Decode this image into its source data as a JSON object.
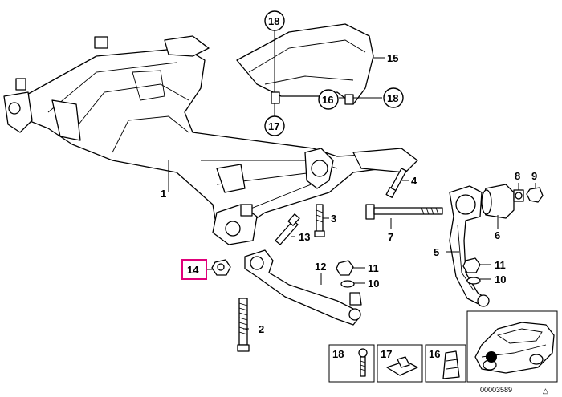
{
  "diagram": {
    "callouts": [
      {
        "id": "c1",
        "text": "1"
      },
      {
        "id": "c2",
        "text": "2"
      },
      {
        "id": "c3",
        "text": "3"
      },
      {
        "id": "c4",
        "text": "4"
      },
      {
        "id": "c5",
        "text": "5"
      },
      {
        "id": "c6",
        "text": "6"
      },
      {
        "id": "c7",
        "text": "7"
      },
      {
        "id": "c8",
        "text": "8"
      },
      {
        "id": "c9",
        "text": "9"
      },
      {
        "id": "c10a",
        "text": "10"
      },
      {
        "id": "c10b",
        "text": "10"
      },
      {
        "id": "c11a",
        "text": "11"
      },
      {
        "id": "c11b",
        "text": "11"
      },
      {
        "id": "c12",
        "text": "12"
      },
      {
        "id": "c13",
        "text": "13"
      },
      {
        "id": "c14",
        "text": "14"
      },
      {
        "id": "c15",
        "text": "15"
      },
      {
        "id": "c16",
        "text": "16"
      },
      {
        "id": "c16b",
        "text": "16"
      },
      {
        "id": "c17",
        "text": "17"
      },
      {
        "id": "c17b",
        "text": "17"
      },
      {
        "id": "c18",
        "text": "18"
      },
      {
        "id": "c18b",
        "text": "18"
      },
      {
        "id": "c18c",
        "text": "18"
      }
    ],
    "highlight_color": "#e0007a",
    "footer_code": "00003589",
    "footer_symbol": "△"
  }
}
